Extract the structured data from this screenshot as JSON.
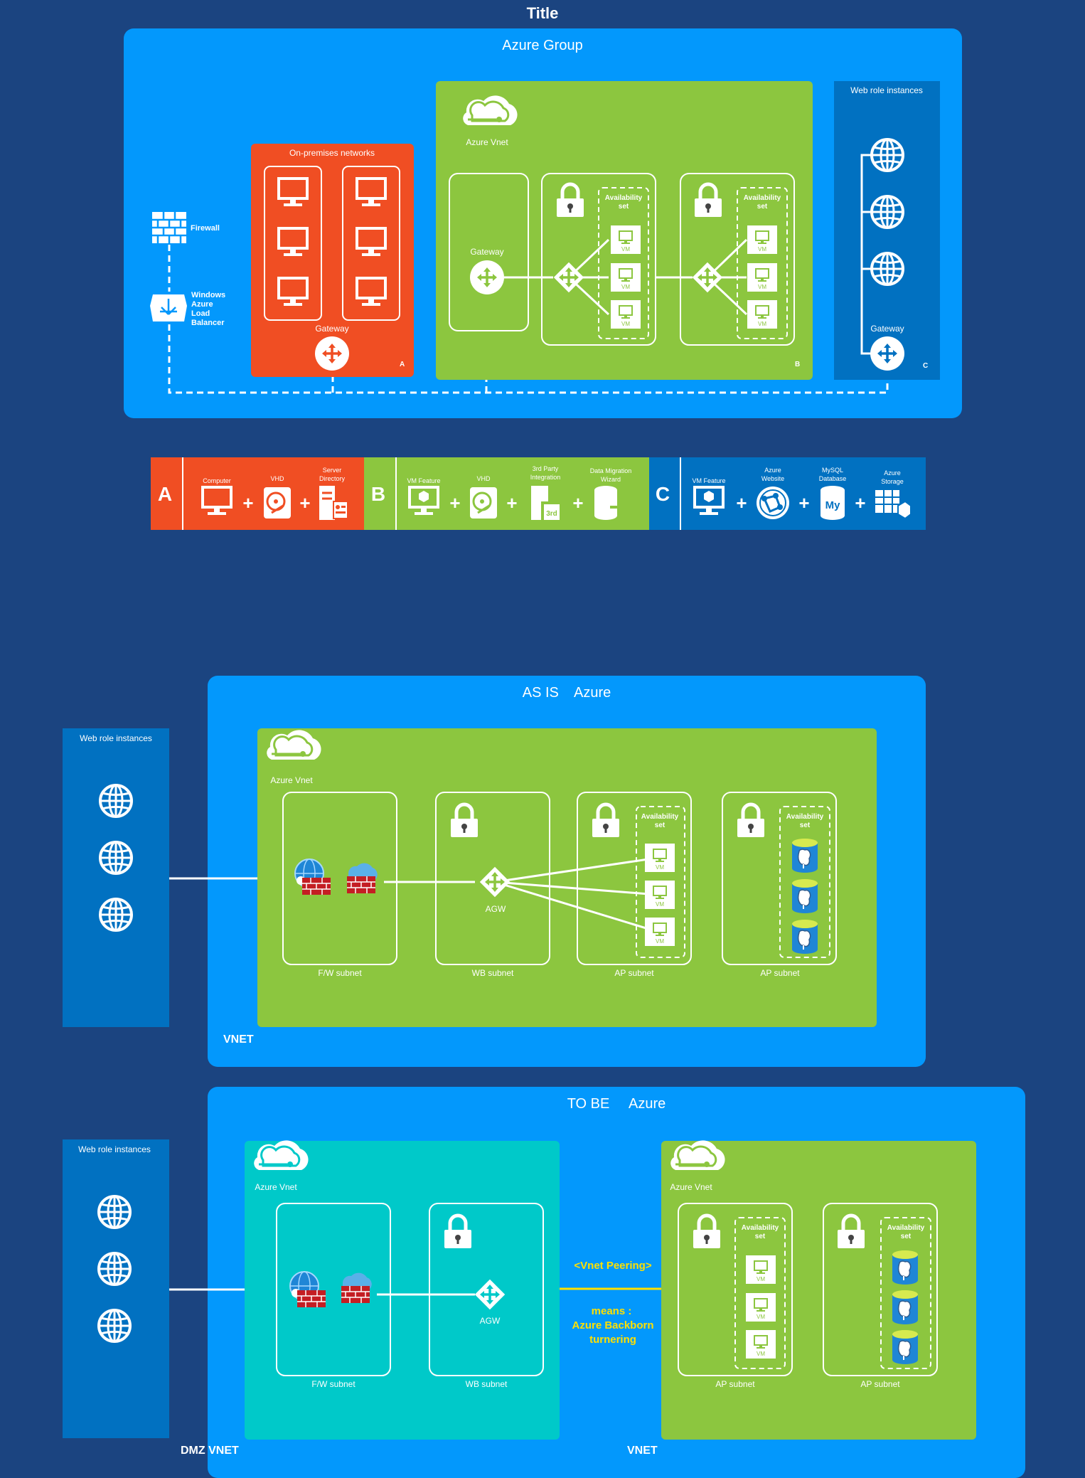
{
  "title": "Title",
  "top": {
    "group_label": "Azure Group",
    "firewall_label": "Firewall",
    "lb_label": [
      "Windows",
      "Azure",
      "Load",
      "Balancer"
    ],
    "onprem": {
      "title": "On-premises networks",
      "gateway": "Gateway",
      "letter": "A"
    },
    "vnet": {
      "label": "Azure Vnet",
      "gateway": "Gateway",
      "avail": [
        "Availability",
        "set"
      ],
      "vm": "VM",
      "letter": "B"
    },
    "webrole": {
      "title": "Web role instances",
      "gateway": "Gateway",
      "letter": "C"
    }
  },
  "legend": {
    "a": {
      "letter": "A",
      "items": [
        [
          "Computer"
        ],
        [
          "VHD"
        ],
        [
          "Server",
          "Directory"
        ]
      ]
    },
    "b": {
      "letter": "B",
      "items": [
        [
          "VM Feature"
        ],
        [
          "VHD"
        ],
        [
          "3rd Party",
          "Integration"
        ],
        [
          "Data Migration",
          "Wizard"
        ]
      ]
    },
    "c": {
      "letter": "C",
      "items": [
        [
          "VM Feature"
        ],
        [
          "Azure",
          "Website"
        ],
        [
          "MySQL",
          "Database"
        ],
        [
          "Azure",
          "Storage"
        ]
      ]
    },
    "plus": "+",
    "third_badge": "3rd",
    "mysql_badge": "My"
  },
  "asis": {
    "title": "AS IS    Azure",
    "webrole": "Web role instances",
    "vnet_label": "Azure Vnet",
    "subnets": [
      "F/W subnet",
      "WB subnet",
      "AP subnet",
      "AP subnet"
    ],
    "agw": "AGW",
    "avail": [
      "Availability",
      "set"
    ],
    "vm": "VM",
    "footer": "VNET"
  },
  "tobe": {
    "title": "TO BE     Azure",
    "webrole": "Web role instances",
    "vnet_label_left": "Azure Vnet",
    "vnet_label_right": "Azure Vnet",
    "subnets_left": [
      "F/W subnet",
      "WB subnet"
    ],
    "subnets_right": [
      "AP subnet",
      "AP subnet"
    ],
    "agw": "AGW",
    "avail": [
      "Availability",
      "set"
    ],
    "vm": "VM",
    "peering": "<Vnet Peering>",
    "means": [
      "means :",
      "Azure Backborn",
      "turnering"
    ],
    "footer_left": "DMZ VNET",
    "footer_right": "VNET"
  },
  "colors": {
    "bg": "#1b4480",
    "azure": "#0398fc",
    "green": "#8cc63f",
    "red": "#f04e23",
    "dark": "#0171c1",
    "teal": "#00c9c9",
    "yellow": "#ffe000"
  }
}
